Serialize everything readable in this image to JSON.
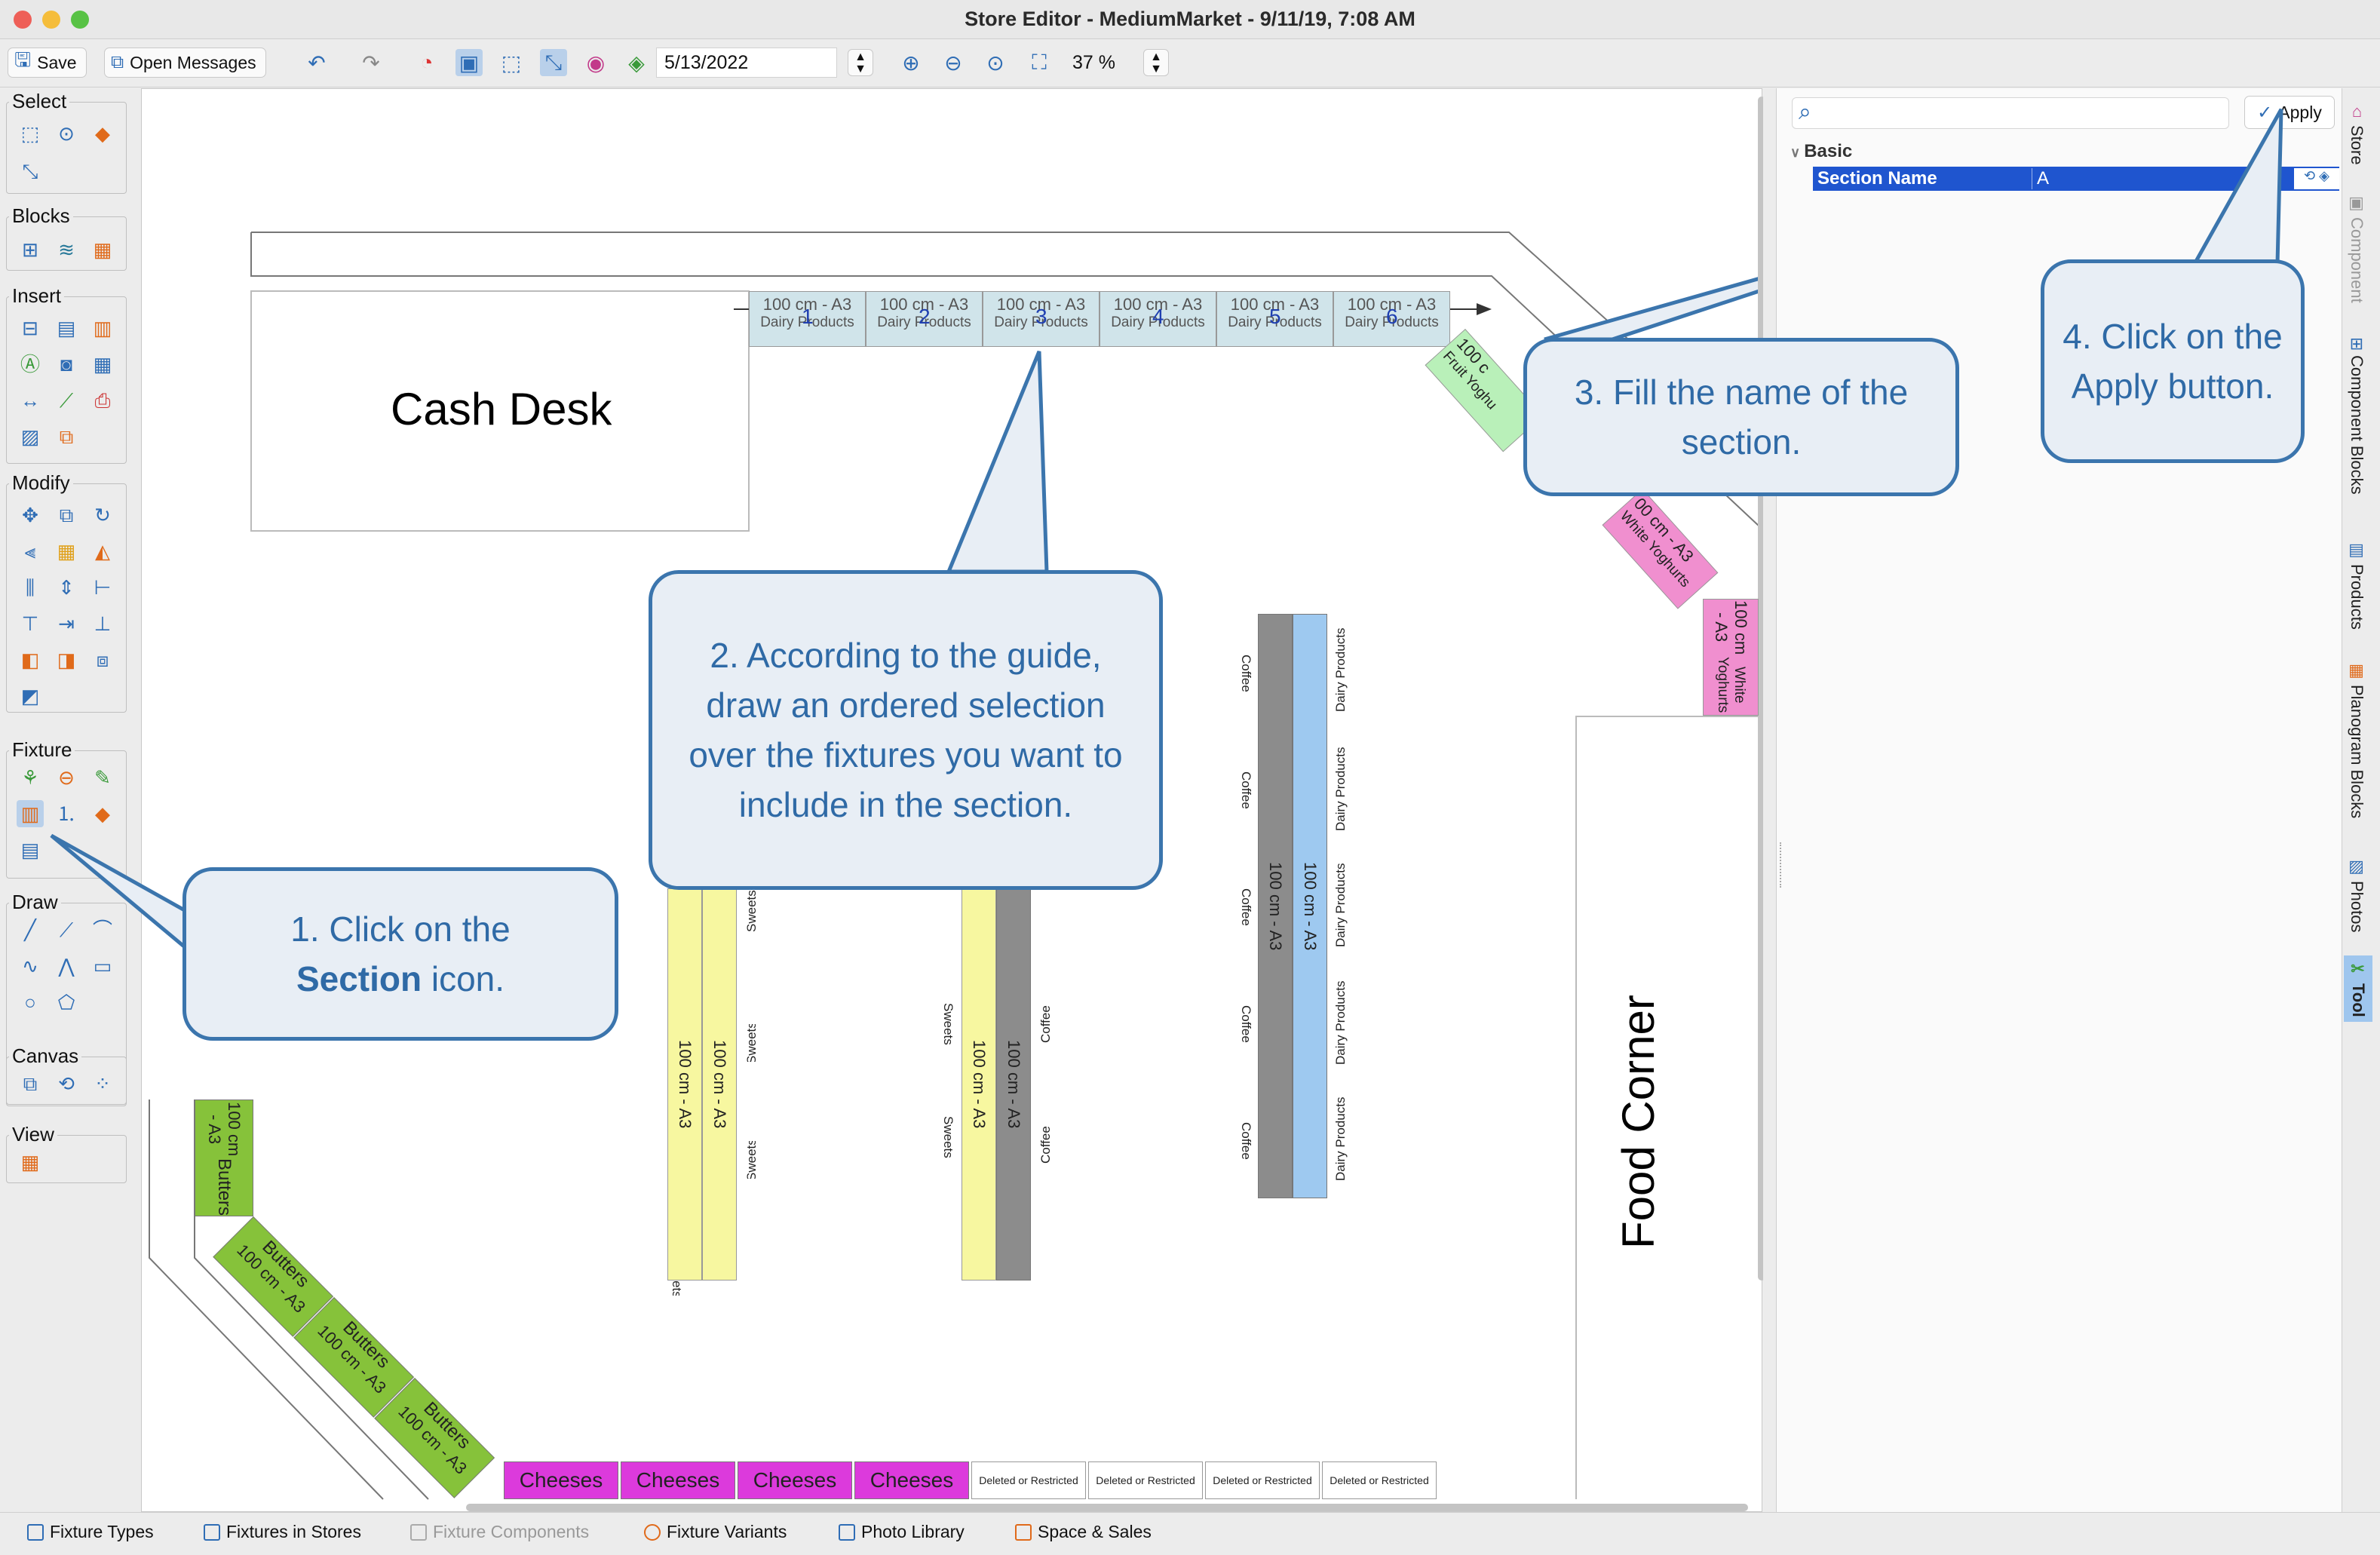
{
  "window": {
    "title": "Store Editor - MediumMarket - 9/11/19, 7:08 AM"
  },
  "toolbar": {
    "save_label": "Save",
    "open_messages_label": "Open Messages",
    "date_value": "5/13/2022",
    "zoom_value": "37 %"
  },
  "palette": {
    "select": "Select",
    "blocks": "Blocks",
    "insert": "Insert",
    "modify": "Modify",
    "fixture": "Fixture",
    "draw": "Draw",
    "canvas": "Canvas",
    "view": "View"
  },
  "canvas": {
    "cash_desk": "Cash Desk",
    "food_corner": "Food Corner",
    "fixture_size": "100 cm - A3",
    "dairy": "Dairy Products",
    "fruit_yoghurts": "Fruit Yoghu",
    "white_yoghurts": "White Yoghurts",
    "sweets": "Sweets",
    "coffee": "Coffee",
    "butters": "Butters",
    "cheeses": "Cheeses",
    "deleted": "Deleted or Restricted",
    "section_numbers": [
      "1",
      "2",
      "3",
      "4",
      "5",
      "6"
    ],
    "partial_label": "100 c",
    "partial_label2": "00 cm - A3"
  },
  "callouts": {
    "c1_line1": "1. Click on the",
    "c1_bold": "Section",
    "c1_rest": " icon.",
    "c2": "2. According to the guide, draw an ordered selection over the fixtures you want to include in the section.",
    "c3": "3. Fill the name of the section.",
    "c4": "4. Click on the Apply button."
  },
  "properties": {
    "search_placeholder": "",
    "apply_label": "Apply",
    "group_basic": "Basic",
    "section_name_label": "Section Name",
    "section_name_value": "A"
  },
  "side_tabs": [
    "Store",
    "Component",
    "Component Blocks",
    "Products",
    "Planogram Blocks",
    "Photos",
    "Tool"
  ],
  "bottom_tabs": [
    "Fixture Types",
    "Fixtures in Stores",
    "Fixture Components",
    "Fixture Variants",
    "Photo Library",
    "Space & Sales"
  ]
}
